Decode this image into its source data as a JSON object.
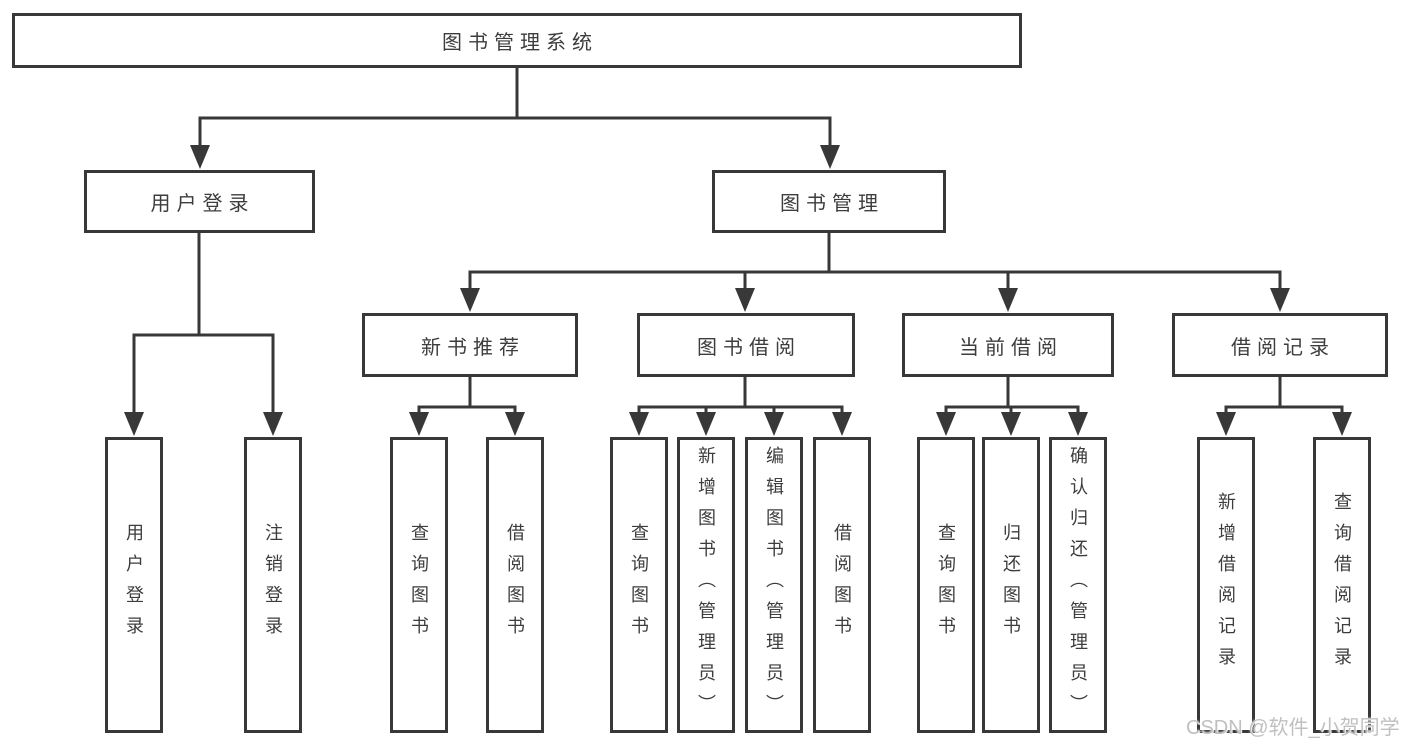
{
  "diagram": {
    "root": {
      "label": "图书管理系统"
    },
    "level2": [
      {
        "label": "用户登录"
      },
      {
        "label": "图书管理"
      }
    ],
    "level3": [
      {
        "label": "新书推荐"
      },
      {
        "label": "图书借阅"
      },
      {
        "label": "当前借阅"
      },
      {
        "label": "借阅记录"
      }
    ],
    "leaves": {
      "user_login": [
        {
          "label": "用户登录"
        },
        {
          "label": "注销登录"
        }
      ],
      "new_books": [
        {
          "label": "查询图书"
        },
        {
          "label": "借阅图书"
        }
      ],
      "borrowing": [
        {
          "label": "查询图书"
        },
        {
          "label": "新增图书（管理员）"
        },
        {
          "label": "编辑图书（管理员）"
        },
        {
          "label": "借阅图书"
        }
      ],
      "current": [
        {
          "label": "查询图书"
        },
        {
          "label": "归还图书"
        },
        {
          "label": "确认归还（管理员）"
        }
      ],
      "records": [
        {
          "label": "新增借阅记录"
        },
        {
          "label": "查询借阅记录"
        }
      ]
    },
    "colors": {
      "line": "#383838",
      "text": "#3d3d3d",
      "background": "#ffffff",
      "watermark": "#c0c0c0"
    }
  },
  "watermark": {
    "text": "CSDN @软件_小贺同学"
  }
}
